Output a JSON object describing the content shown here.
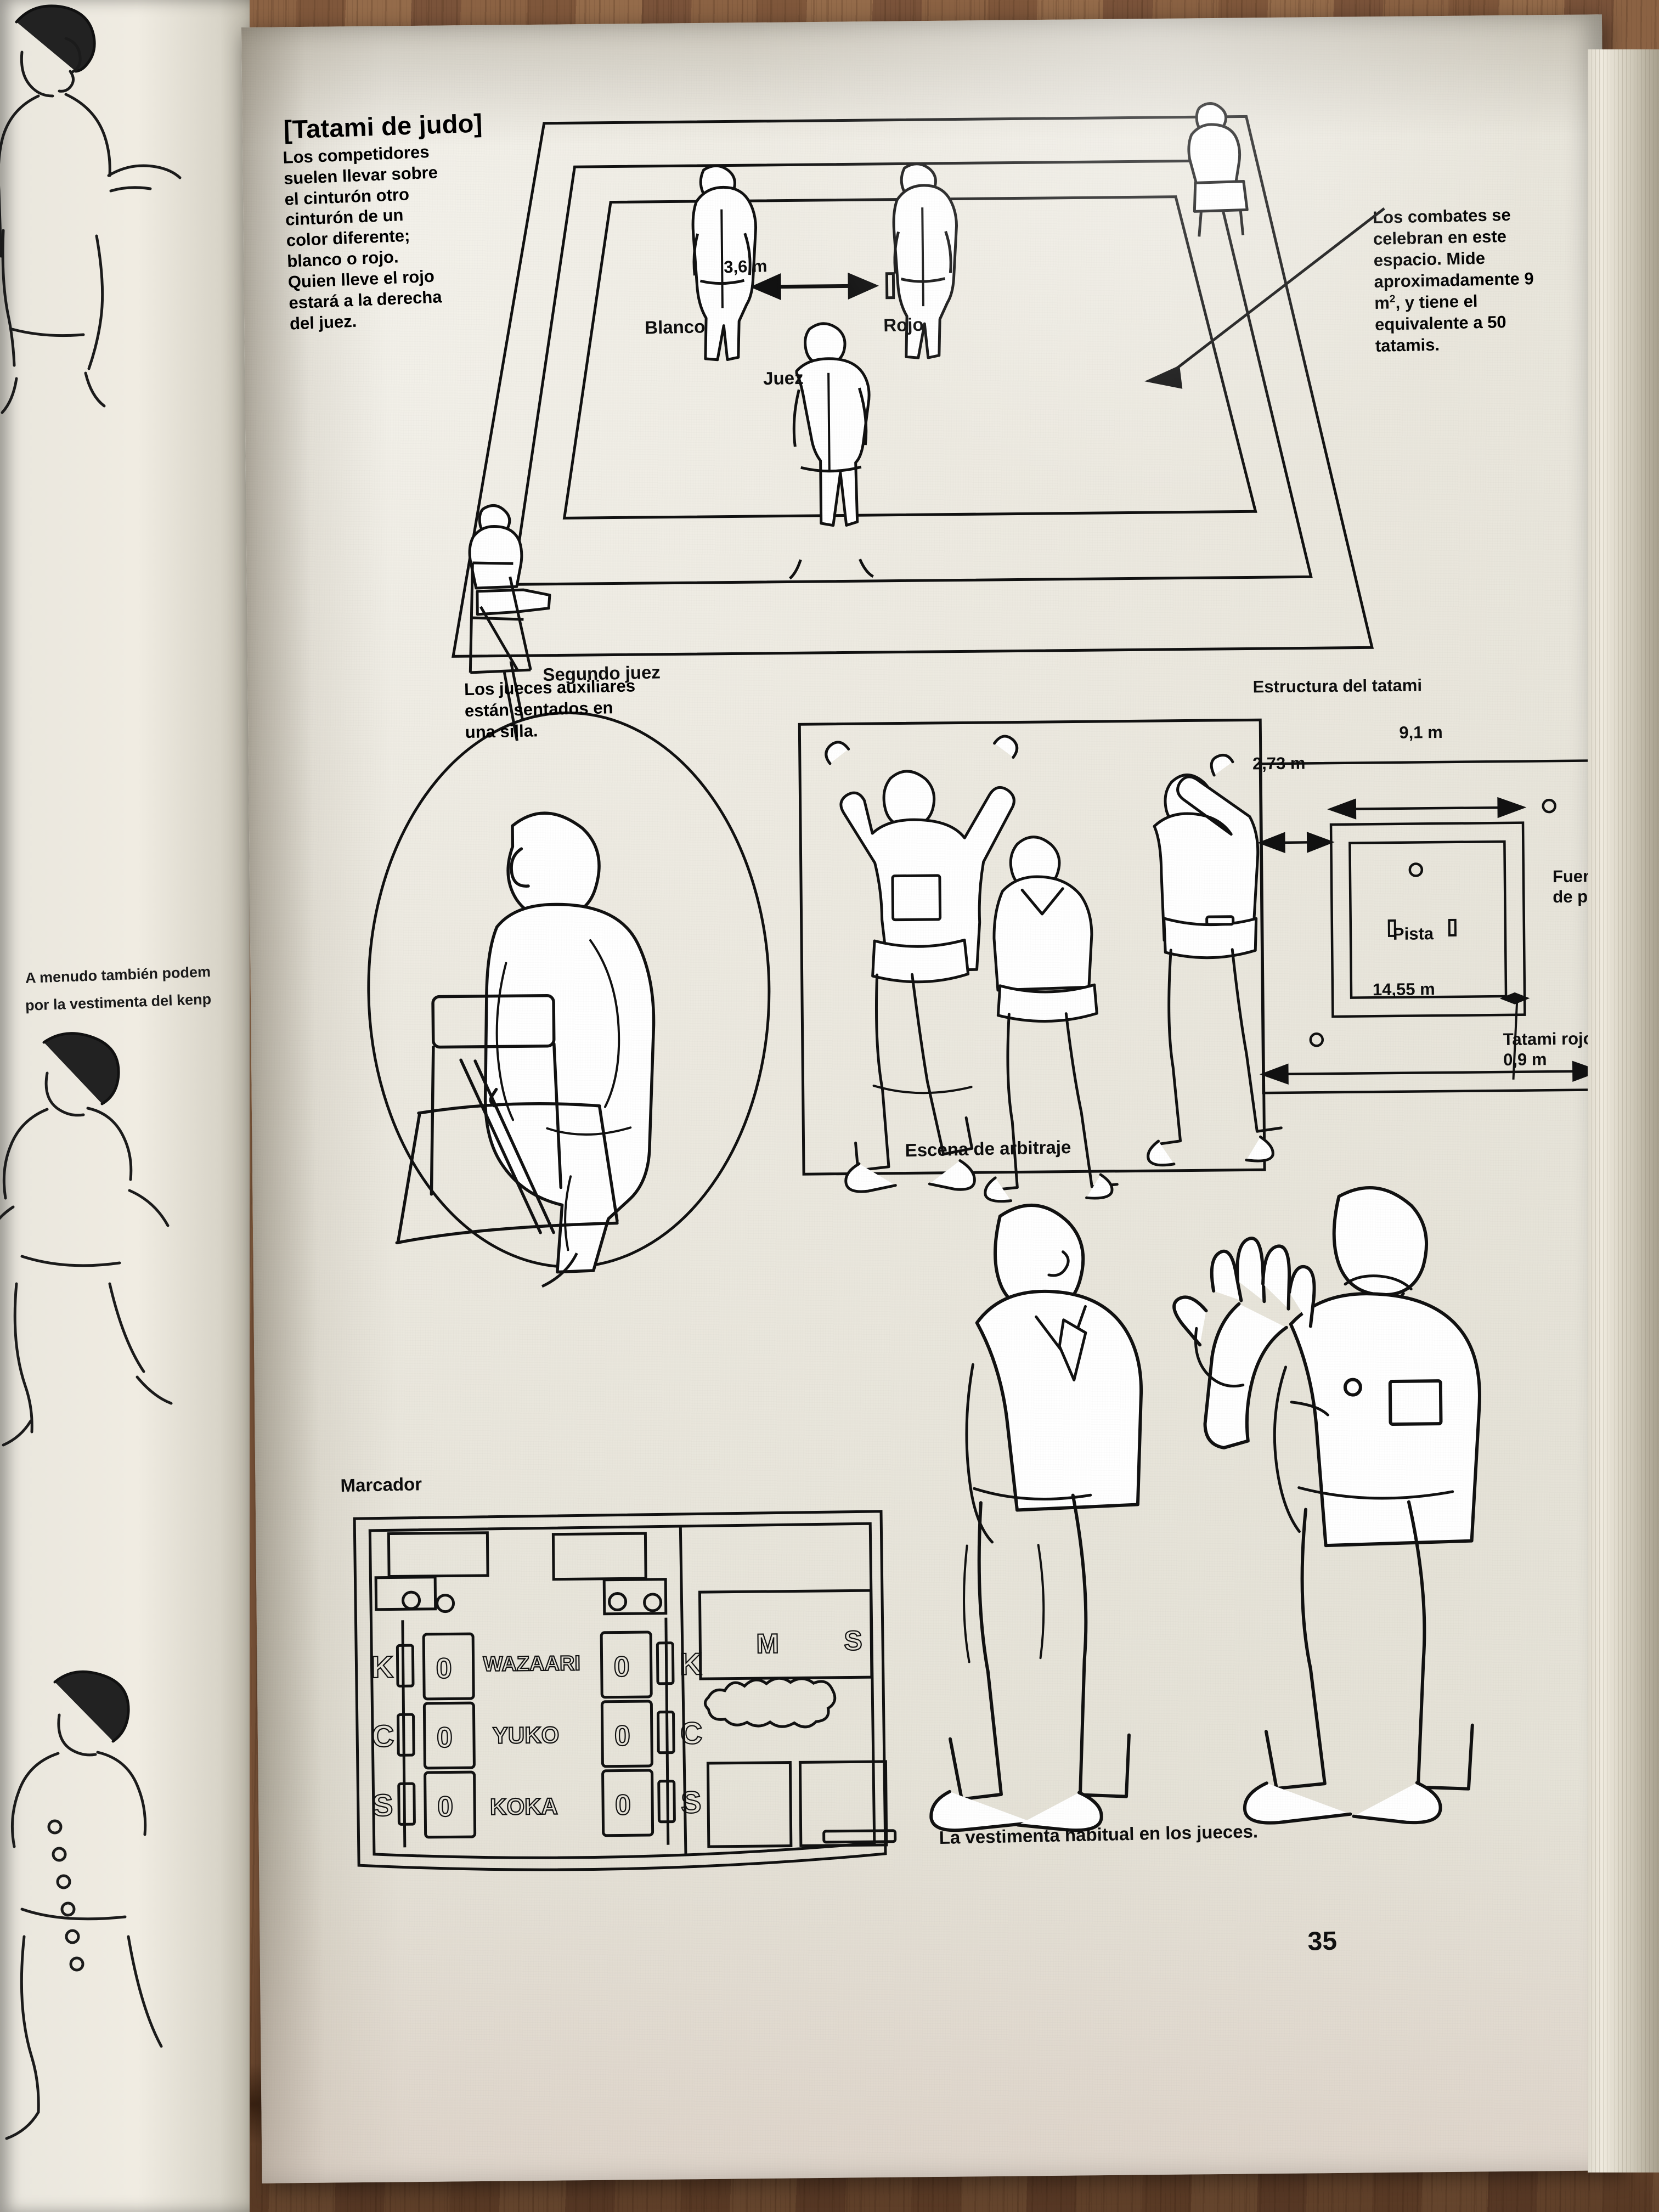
{
  "page": {
    "number": "35",
    "title": "[Tatami de judo]"
  },
  "intro": {
    "left_paragraph": "Los competidores suelen llevar sobre el cinturón otro cinturón de un color diferente; blanco o rojo. Quien lleve el rojo estará a la derecha del juez.",
    "right_paragraph_pre": "Los combates se celebran en este espacio. Mide aproximadamente 9 m",
    "right_paragraph_sup": "2",
    "right_paragraph_post": ", y tiene el equivalente a 50 tatamis."
  },
  "tatami_diagram": {
    "label_white": "Blanco",
    "label_red": "Rojo",
    "label_referee": "Juez",
    "distance": "3,6 m",
    "label_second_judge": "Segundo juez"
  },
  "scene_box": {
    "caption": "Escena de arbitraje"
  },
  "oval": {
    "caption": "Los jueces auxiliares están sentados en una silla."
  },
  "structure": {
    "heading": "Estructura del tatami",
    "width_inner": "9,1 m",
    "margin": "2,73 m",
    "width_outer": "14,55 m",
    "area_label": "Pista",
    "out_label_line1": "Fuera",
    "out_label_line2": "de pista",
    "red_tatami_line1": "Tatami rojo",
    "red_tatami_line2": "0,9 m"
  },
  "scoreboard": {
    "heading": "Marcador",
    "rows": [
      {
        "left_code": "K",
        "center_label": "WAZAARI",
        "right_code": "K",
        "left_value": "0",
        "right_value": "0"
      },
      {
        "left_code": "C",
        "center_label": "YUKO",
        "right_code": "C",
        "left_value": "0",
        "right_value": "0"
      },
      {
        "left_code": "S",
        "center_label": "KOKA",
        "right_code": "S",
        "left_value": "0",
        "right_value": "0"
      }
    ],
    "panel_letters": {
      "minutes": "M",
      "seconds": "S"
    }
  },
  "judges_illustration": {
    "caption": "La vestimenta habitual en los jueces."
  },
  "left_page": {
    "fragment_line1": "A menudo también podem",
    "fragment_line2": "por la vestimenta del kenp"
  },
  "colors": {
    "paper": "#ece9e0",
    "ink": "#111111",
    "wood": "#8a6043"
  }
}
